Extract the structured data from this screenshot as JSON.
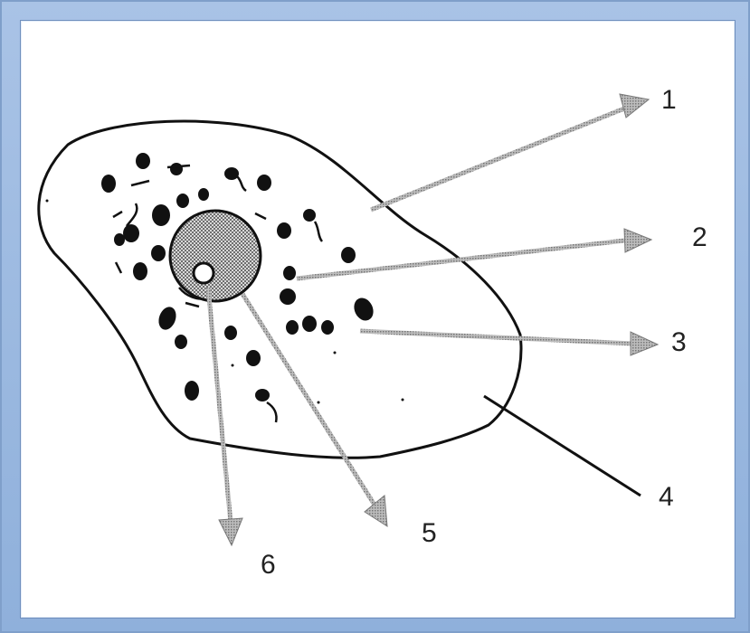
{
  "diagram": {
    "labels": [
      {
        "id": "1",
        "text": "1"
      },
      {
        "id": "2",
        "text": "2"
      },
      {
        "id": "3",
        "text": "3"
      },
      {
        "id": "4",
        "text": "4"
      },
      {
        "id": "5",
        "text": "5"
      },
      {
        "id": "6",
        "text": "6"
      }
    ]
  },
  "colors": {
    "frame": "#a9c3e6",
    "outline": "#111111",
    "arrow": "#9a9a9a",
    "nucleus": "#8c8c8c"
  }
}
